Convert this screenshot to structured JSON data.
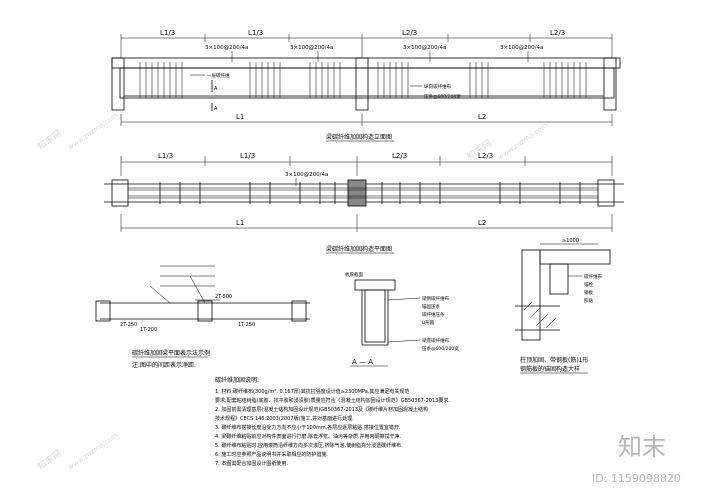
{
  "watermark": {
    "brand": "知末",
    "id_text": "ID: 1159098820",
    "site": "www.znzmo.com",
    "stamp": "知末网"
  },
  "elevation": {
    "title": "梁碳纤维加固构造立面图",
    "dims_top": [
      "L1/3",
      "L1/3",
      "L2/3",
      "L2/3"
    ],
    "dims_bottom": [
      "L1",
      "L2"
    ],
    "stirrup_notes": [
      "3×100@200/4a",
      "3×100@200/4a",
      "3×100@200/4a",
      "3×100@200/4a"
    ],
    "callouts": [
      "一层碳纤维",
      "纵向碳纤维布",
      "压条@600/200宽"
    ],
    "section_mark": "A"
  },
  "plan": {
    "title": "梁碳纤维加固构造平面图",
    "dims_top": [
      "L1/3",
      "L1/3",
      "L2/3",
      "L2/3"
    ],
    "dims_bottom": [
      "L1",
      "L2"
    ],
    "note": "3×100@200/4a"
  },
  "example": {
    "title": "碳纤维加固梁平面表示法示例",
    "subtitle": "注:图中的间距表示净距.",
    "labels": [
      "2T-250",
      "2T-500",
      "1T-250",
      "1T-200"
    ]
  },
  "section": {
    "title": "A — A",
    "callouts": [
      "板厚截面",
      "梁侧碳纤维布",
      "锚固压条",
      "碳纤维压条",
      "U形箍",
      "梁底碳纤维布",
      "压条@600/200宽"
    ]
  },
  "detail": {
    "title": "柱顶加固、带钢板(筋)1形\n钢筋板的锚固构造大样",
    "dim": "≥1000",
    "callouts": [
      "碳纤维布",
      "锚栓",
      "钢板",
      "胶粘"
    ]
  },
  "notes": {
    "heading": "碳纤维加固说明:",
    "items": [
      "1. 材料:碳纤维布(300g/m², 0.167厚)其抗拉强度设计值≥2300MPa,其应满足有关规范",
      "   要求;配套粘结树脂(底胶、找平胶和浸渍胶)质量应符合《混凝土结构加固设计规范》GB50367-2013要求.",
      "2. 加固前需清理基层(混凝土结构加固设计规范)GB50367-2013及《碳纤维片材加固混凝土结构",
      "   技术规程》CECS 146:2003(2007版)施工,并对基面进行处理.",
      "3. 碳纤维布搭接长度沿受力方向不应小于100mm,各层应逐层粘贴,搭接位置宜错开.",
      "4. 梁碳纤维粘贴前应对构件表面进行打磨,除去浮浆、油污等杂质,并用丙酮擦拭干净.",
      "5. 碳纤维布粘贴时,应用滚筒沿纤维方向多次滚压,挤除气泡,使树脂充分浸透碳纤维布.",
      "6. 施工时应参照产品说明书并采取相应的防护措施.",
      "7. 本图需配合加固设计图纸使用."
    ]
  }
}
